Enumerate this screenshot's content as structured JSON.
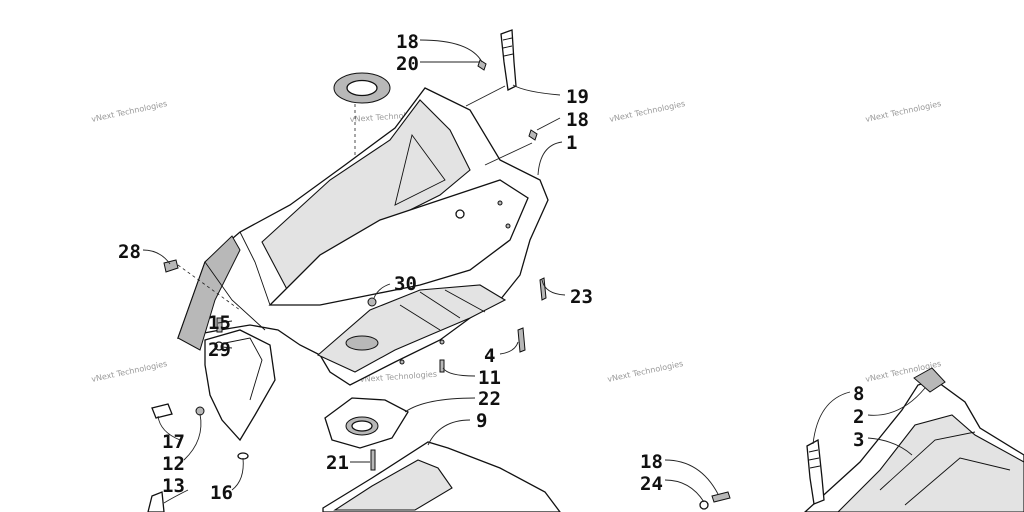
{
  "watermark": {
    "text": "vNext Technologies"
  },
  "callouts": [
    "18",
    "20",
    "19",
    "18",
    "1",
    "28",
    "30",
    "23",
    "15",
    "29",
    "4",
    "11",
    "22",
    "9",
    "17",
    "12",
    "21",
    "13",
    "16",
    "18",
    "24",
    "8",
    "2",
    "3"
  ],
  "colors": {
    "ink": "#111111",
    "paper": "#ffffff",
    "watermark": "#9a9a9a"
  }
}
